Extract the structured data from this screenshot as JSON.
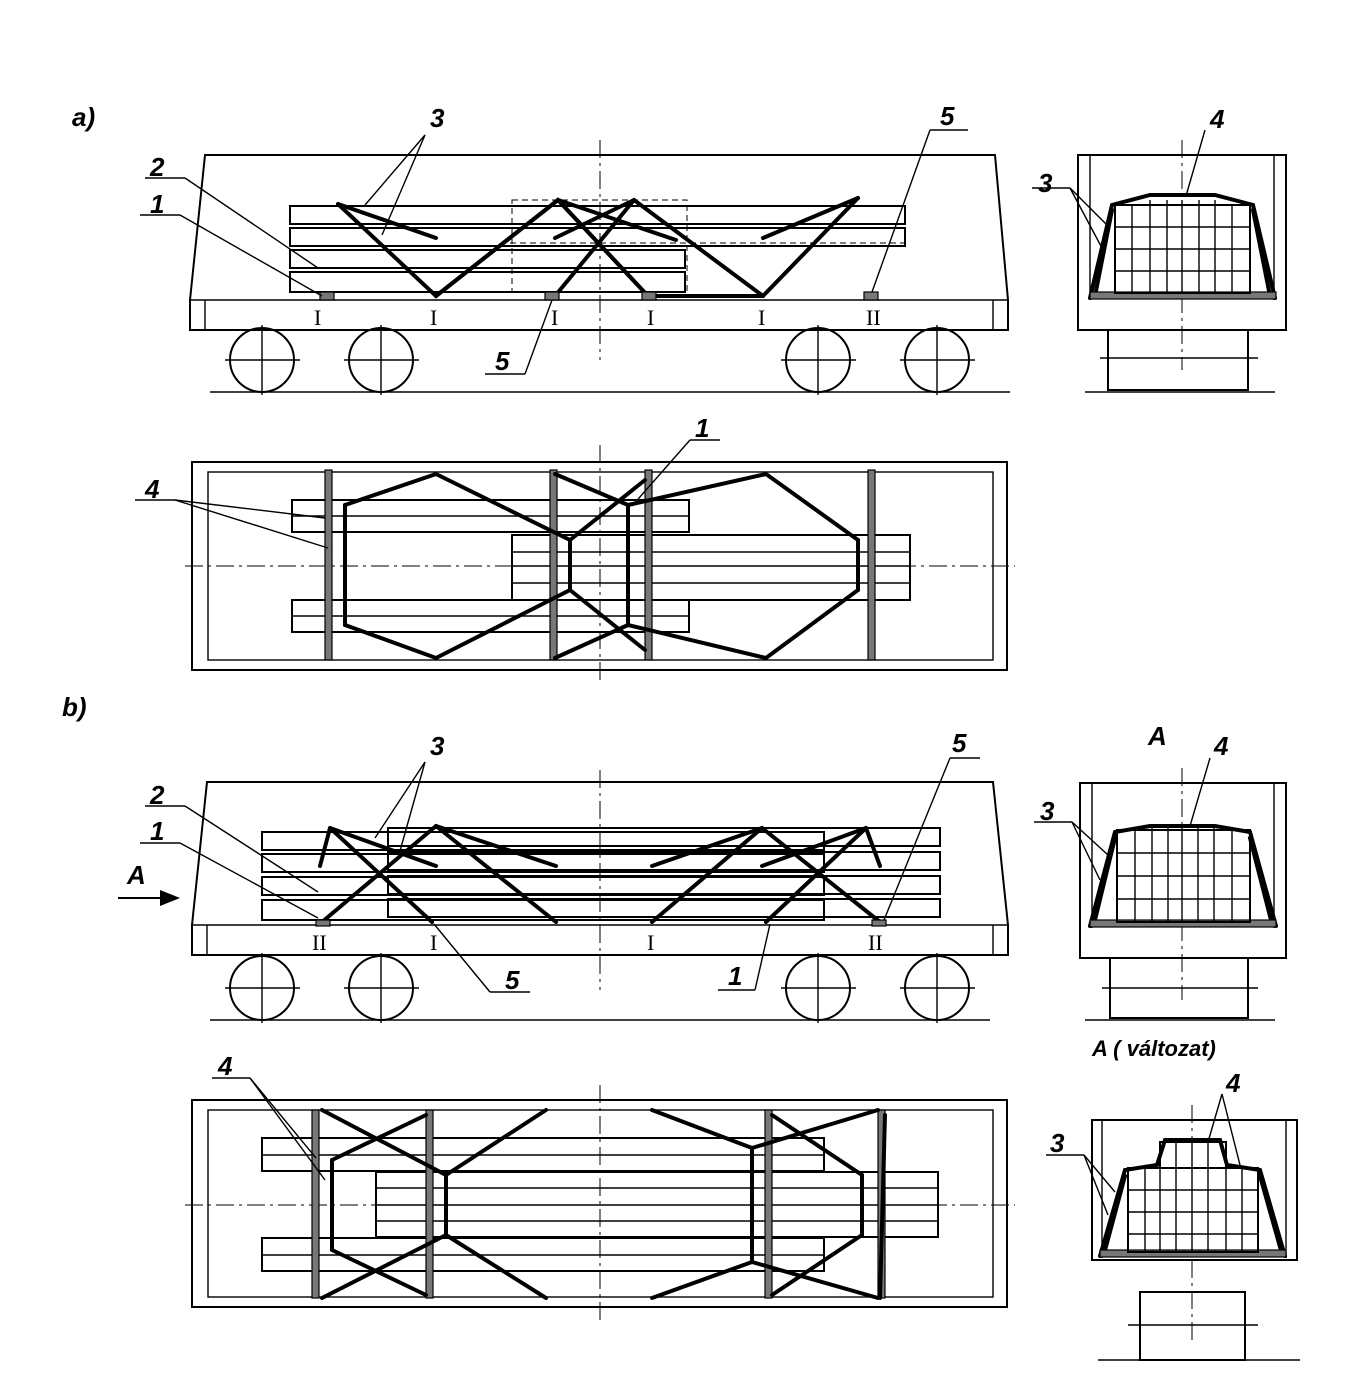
{
  "sections": {
    "a": "a)",
    "b": "b)"
  },
  "view_a_label": "A",
  "view_variant_label": "A ( változat)",
  "arrow_label": "A",
  "part_numbers": {
    "p1": "1",
    "p2": "2",
    "p3": "3",
    "p4": "4",
    "p5": "5"
  },
  "support_marks": {
    "single": "I",
    "double": "II"
  }
}
